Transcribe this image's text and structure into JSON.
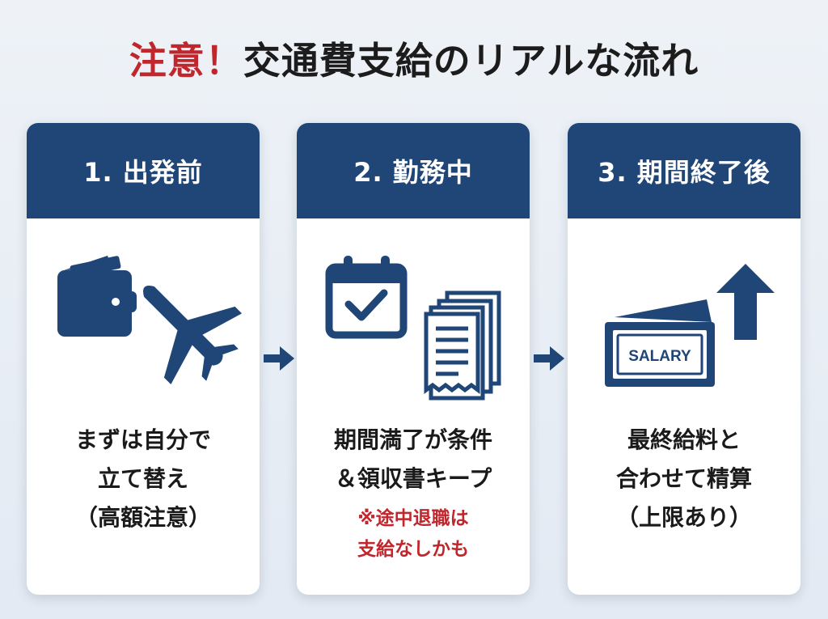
{
  "title": {
    "alert": "注意！",
    "main": "交通費支給のリアルな流れ"
  },
  "colors": {
    "navy": "#1f4677",
    "alert_red": "#c0272d",
    "text": "#1a1a1a"
  },
  "steps": [
    {
      "heading": "1. 出発前",
      "icons": [
        "wallet-icon",
        "airplane-icon"
      ],
      "lines": [
        "まずは自分で",
        "立て替え",
        "（高額注意）"
      ]
    },
    {
      "heading": "2. 勤務中",
      "icons": [
        "calendar-check-icon",
        "receipt-stack-icon"
      ],
      "lines": [
        "期間満了が条件",
        "＆領収書キープ"
      ],
      "note": [
        "※途中退職は",
        "支給なしかも"
      ]
    },
    {
      "heading": "3. 期間終了後",
      "icons": [
        "salary-bill-icon",
        "up-arrow-icon"
      ],
      "salary_label": "SALARY",
      "lines": [
        "最終給料と",
        "合わせて精算",
        "（上限あり）"
      ]
    }
  ]
}
